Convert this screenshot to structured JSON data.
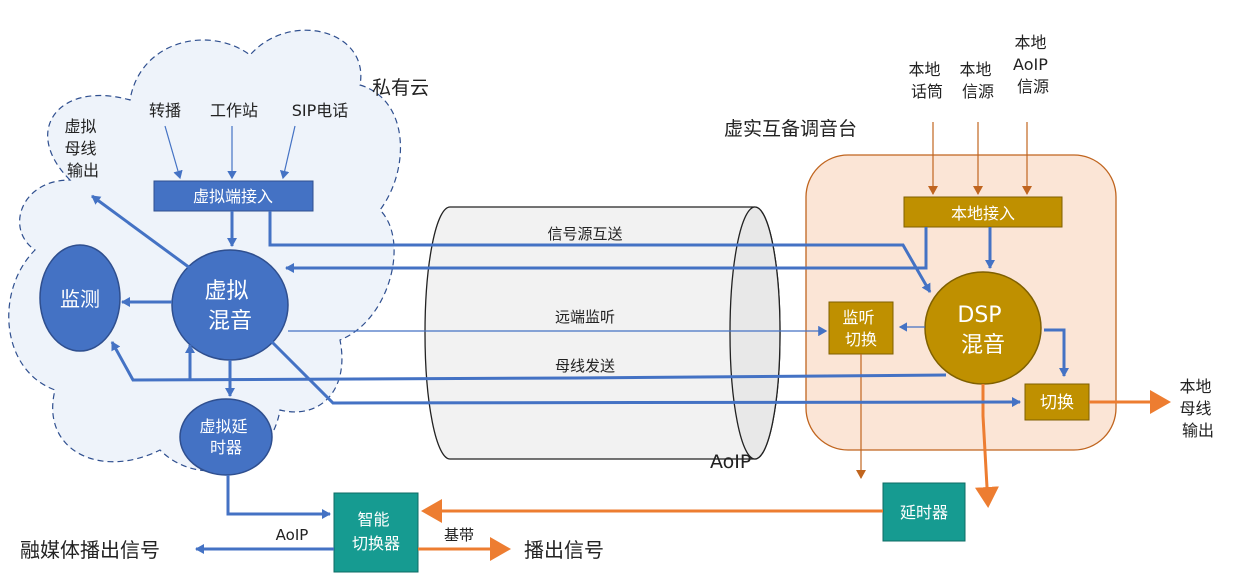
{
  "cloud_label": "私有云",
  "console_label": "虚实互备调音台",
  "aoip_label": "AoIP",
  "sources": {
    "relay": "转播",
    "workstation": "工作站",
    "sip": "SIP电话"
  },
  "virtual_bus_output": [
    "虚拟",
    "母线",
    "输出"
  ],
  "virtual_access": "虚拟端接入",
  "virtual_mixer": [
    "虚拟",
    "混音"
  ],
  "monitor": "监测",
  "virtual_delay": [
    "虚拟延",
    "时器"
  ],
  "local_sources": {
    "mic": [
      "本地",
      "话筒"
    ],
    "source": [
      "本地",
      "信源"
    ],
    "aoip_source": [
      "本地",
      "AoIP",
      "信源"
    ]
  },
  "local_access": "本地接入",
  "dsp_mixer": [
    "DSP",
    "混音"
  ],
  "monitor_switch": [
    "监听",
    "切换"
  ],
  "switch": "切换",
  "local_bus_output": [
    "本地",
    "母线",
    "输出"
  ],
  "delay": "延时器",
  "smart_switcher": [
    "智能",
    "切换器"
  ],
  "links": {
    "source_exchange": "信号源互送",
    "remote_monitor": "远端监听",
    "bus_send": "母线发送",
    "aoip": "AoIP",
    "baseband": "基带"
  },
  "outputs": {
    "media": "融媒体播出信号",
    "broadcast": "播出信号"
  },
  "colors": {
    "blue": "#4472c4",
    "orange": "#ed7d31",
    "gold": "#bf9000",
    "teal": "#169b91",
    "console_bg": "#fbe5d6",
    "cloud_bg": "#eef3fa"
  }
}
